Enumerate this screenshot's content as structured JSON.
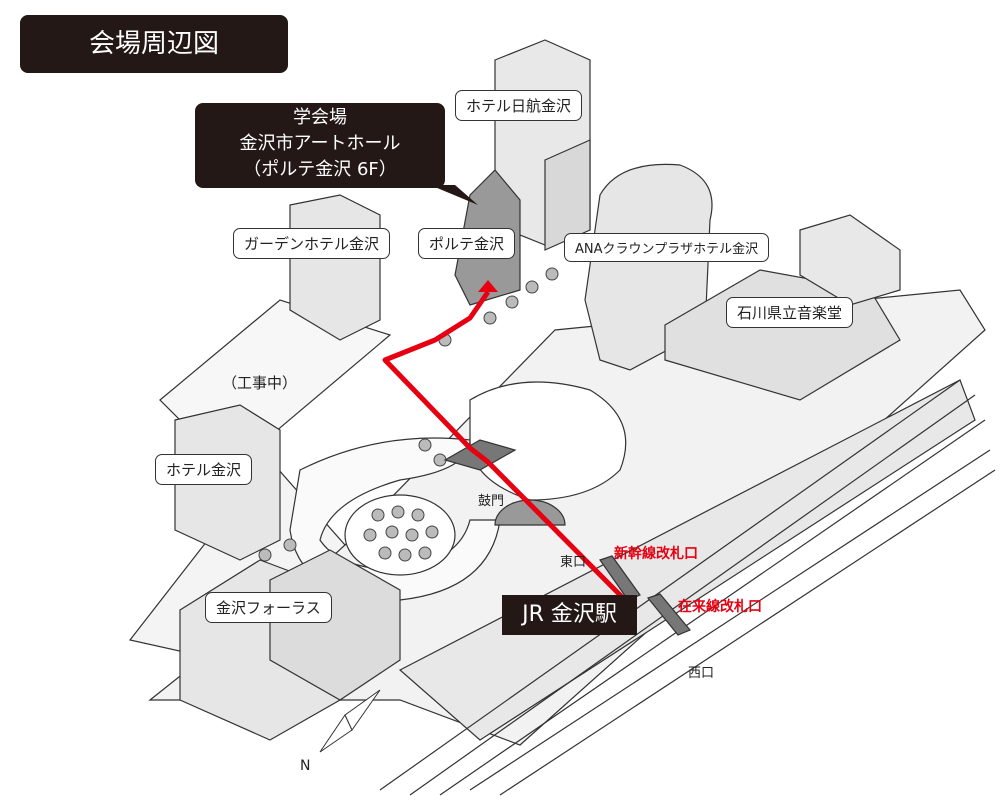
{
  "title": "会場周辺図",
  "venue": {
    "line1": "学会場",
    "line2": "金沢市アートホール",
    "line3": "（ポルテ金沢 6F）"
  },
  "labels": {
    "hotel_nikko": "ホテル日航金沢",
    "garden_hotel": "ガーデンホテル金沢",
    "porte": "ポルテ金沢",
    "ana": "ANAクラウンプラザホテル金沢",
    "ishikawa": "石川県立音楽堂",
    "construction": "（工事中）",
    "hotel_kanazawa": "ホテル金沢",
    "forus": "金沢フォーラス"
  },
  "station": "JR 金沢駅",
  "places": {
    "tsuzumimon": "鼓門",
    "east_exit": "東口",
    "west_exit": "西口",
    "north": "N"
  },
  "gates": {
    "shinkansen": "新幹線改札口",
    "zairai": "在来線改札口"
  },
  "colors": {
    "route": "#e60012",
    "dark": "#231815",
    "building": "#e6e6e6",
    "ground": "#f2f2f2"
  }
}
